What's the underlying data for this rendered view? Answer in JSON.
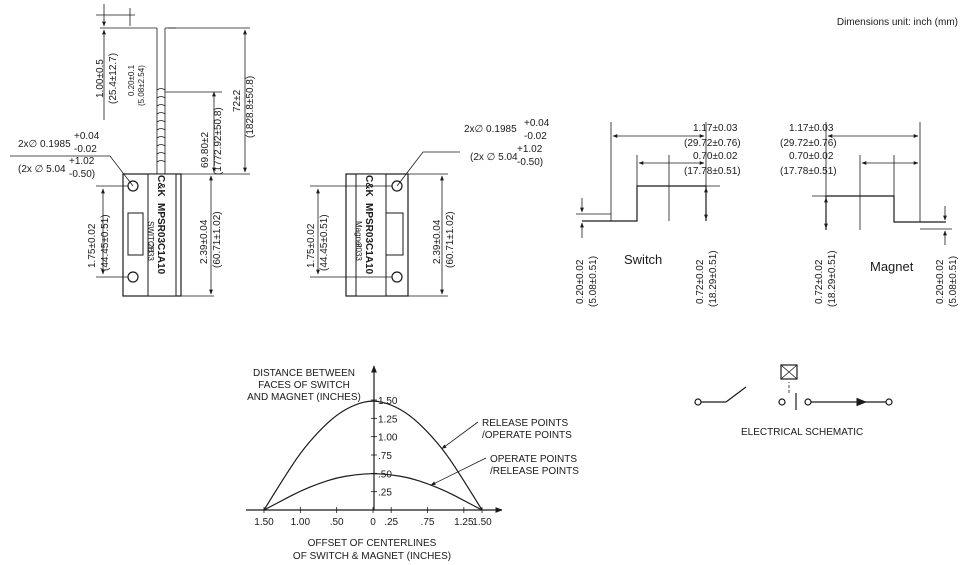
{
  "header": {
    "units_note": "Dimensions unit: inch (mm)"
  },
  "switch_drawing": {
    "hole_dia": "2x∅ 0.1985",
    "hole_tol_plus": "+0.04",
    "hole_tol_minus": "-0.02",
    "hole_dia_mm": "(2x ∅ 5.04",
    "hole_tol_mm_plus": "+1.02",
    "hole_tol_mm_minus": "-0.50)",
    "lead_strip": "1.00±0.5",
    "lead_strip_mm": "(25.4±12.7)",
    "wire_dia": "0.20±0.1",
    "wire_dia_mm": "(5.08±2.54)",
    "lead_length": "69.80±2",
    "lead_length_mm": "(1772.92±50.8)",
    "overall_length": "72±2",
    "overall_length_mm": "(1828.8±50.8)",
    "hole_spacing": "1.75±0.02",
    "hole_spacing_mm": "(44.45±0.51)",
    "body_length": "2.39±0.04",
    "body_length_mm": "(60.71±1.02)",
    "label_brand": "C&K",
    "label_part": "MPSR03C1A10",
    "label_code": "2033",
    "label_kind": "SWITCH"
  },
  "magnet_drawing": {
    "hole_dia": "2x∅ 0.1985",
    "hole_tol_plus": "+0.04",
    "hole_tol_minus": "-0.02",
    "hole_dia_mm": "(2x ∅ 5.04",
    "hole_tol_mm_plus": "+1.02",
    "hole_tol_mm_minus": "-0.50)",
    "hole_spacing": "1.75±0.02",
    "hole_spacing_mm": "(44.45±0.51)",
    "body_length": "2.39±0.04",
    "body_length_mm": "(60.71±1.02)",
    "label_brand": "C&K",
    "label_part": "MPSR03C1A10",
    "label_code": "2033",
    "label_kind": "Magnet"
  },
  "switch_profile": {
    "title": "Switch",
    "width": "1.17±0.03",
    "width_mm": "(29.72±0.76)",
    "step": "0.70±0.02",
    "step_mm": "(17.78±0.51)",
    "low_height": "0.20±0.02",
    "low_height_mm": "(5.08±0.51)",
    "high_height": "0.72±0.02",
    "high_height_mm": "(18.29±0.51)"
  },
  "magnet_profile": {
    "title": "Magnet",
    "width": "1.17±0.03",
    "width_mm": "(29.72±0.76)",
    "step": "0.70±0.02",
    "step_mm": "(17.78±0.51)",
    "high_height": "0.72±0.02",
    "high_height_mm": "(18.29±0.51)",
    "low_height": "0.20±0.02",
    "low_height_mm": "(5.08±0.51)"
  },
  "chart_data": {
    "type": "line",
    "ylabel_lines": [
      "DISTANCE BETWEEN",
      "FACES OF SWITCH",
      "AND MAGNET (INCHES)"
    ],
    "xlabel_lines": [
      "OFFSET OF CENTERLINES",
      "OF SWITCH & MAGNET (INCHES)"
    ],
    "xlim": [
      -1.5,
      1.5
    ],
    "ylim": [
      0,
      1.5
    ],
    "x_ticks": [
      {
        "value": -1.5,
        "label": "1.50"
      },
      {
        "value": -1.0,
        "label": "1.00"
      },
      {
        "value": -0.5,
        "label": ".50"
      },
      {
        "value": 0.0,
        "label": "0"
      },
      {
        "value": 0.25,
        "label": ".25"
      },
      {
        "value": 0.75,
        "label": ".75"
      },
      {
        "value": 1.25,
        "label": "1.25"
      },
      {
        "value": 1.5,
        "label": "1.50"
      }
    ],
    "y_ticks": [
      {
        "value": 1.5,
        "label": "1.50"
      },
      {
        "value": 1.25,
        "label": "1.25"
      },
      {
        "value": 1.0,
        "label": "1.00"
      },
      {
        "value": 0.75,
        "label": ".75"
      },
      {
        "value": 0.5,
        "label": ".50"
      },
      {
        "value": 0.25,
        "label": ".25"
      }
    ],
    "series": [
      {
        "key": "outer",
        "x": [
          -1.5,
          -1.25,
          -1.0,
          -0.75,
          -0.5,
          -0.25,
          0.0,
          0.25,
          0.5,
          0.75,
          1.0,
          1.25,
          1.5
        ],
        "y": [
          0.0,
          0.4,
          0.78,
          1.07,
          1.3,
          1.44,
          1.5,
          1.44,
          1.3,
          1.07,
          0.78,
          0.4,
          0.0
        ]
      },
      {
        "key": "inner",
        "x": [
          -1.5,
          -1.25,
          -1.0,
          -0.75,
          -0.5,
          -0.25,
          0.0,
          0.25,
          0.5,
          0.75,
          1.0,
          1.25,
          1.5
        ],
        "y": [
          0.0,
          0.13,
          0.26,
          0.36,
          0.44,
          0.48,
          0.5,
          0.48,
          0.44,
          0.36,
          0.26,
          0.13,
          0.0
        ]
      }
    ],
    "annotations": [
      {
        "lines": [
          "RELEASE POINTS",
          "/OPERATE POINTS"
        ],
        "target_series": "outer",
        "at_x": 0.95
      },
      {
        "lines": [
          "OPERATE POINTS",
          "/RELEASE POINTS"
        ],
        "target_series": "inner",
        "at_x": 0.8
      }
    ]
  },
  "schematic": {
    "caption": "ELECTRICAL SCHEMATIC"
  }
}
